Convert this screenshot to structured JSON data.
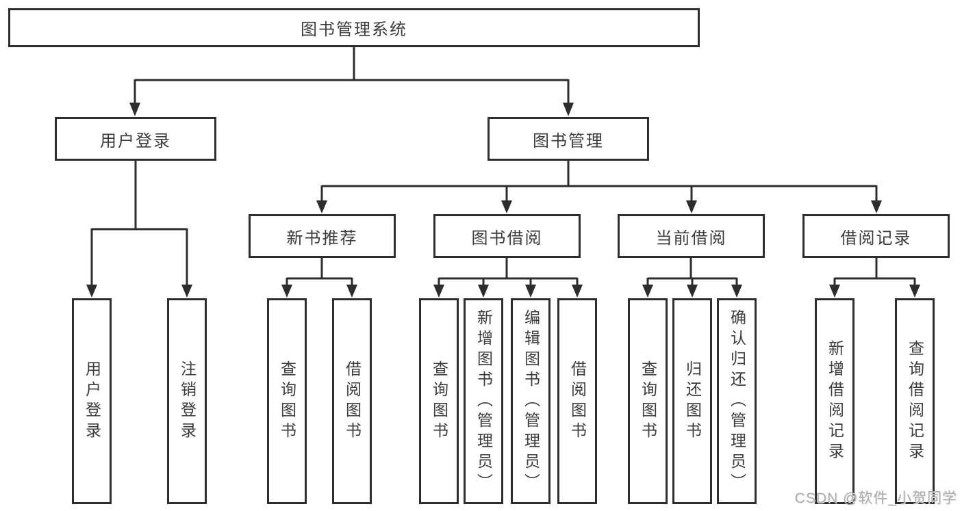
{
  "diagram": {
    "type": "tree",
    "tree": {
      "label": "图书管理系统",
      "children": [
        {
          "label": "用户登录",
          "children": [
            {
              "label": "用户登录"
            },
            {
              "label": "注销登录"
            }
          ]
        },
        {
          "label": "图书管理",
          "children": [
            {
              "label": "新书推荐",
              "children": [
                {
                  "label": "查询图书"
                },
                {
                  "label": "借阅图书"
                }
              ]
            },
            {
              "label": "图书借阅",
              "children": [
                {
                  "label": "查询图书"
                },
                {
                  "label": "新增图书（管理员）"
                },
                {
                  "label": "编辑图书（管理员）"
                },
                {
                  "label": "借阅图书"
                }
              ]
            },
            {
              "label": "当前借阅",
              "children": [
                {
                  "label": "查询图书"
                },
                {
                  "label": "归还图书"
                },
                {
                  "label": "确认归还（管理员）"
                }
              ]
            },
            {
              "label": "借阅记录",
              "children": [
                {
                  "label": "新增借阅记录"
                },
                {
                  "label": "查询借阅记录"
                }
              ]
            }
          ]
        }
      ]
    },
    "colors": {
      "line": "#2d2d2d",
      "box_border": "#2d2d2d",
      "box_fill": "#ffffff",
      "text": "#3c3c3c",
      "background": "#ffffff"
    }
  },
  "watermark": {
    "text": "CSDN @软件_小贺同学",
    "color": "#adadad"
  }
}
